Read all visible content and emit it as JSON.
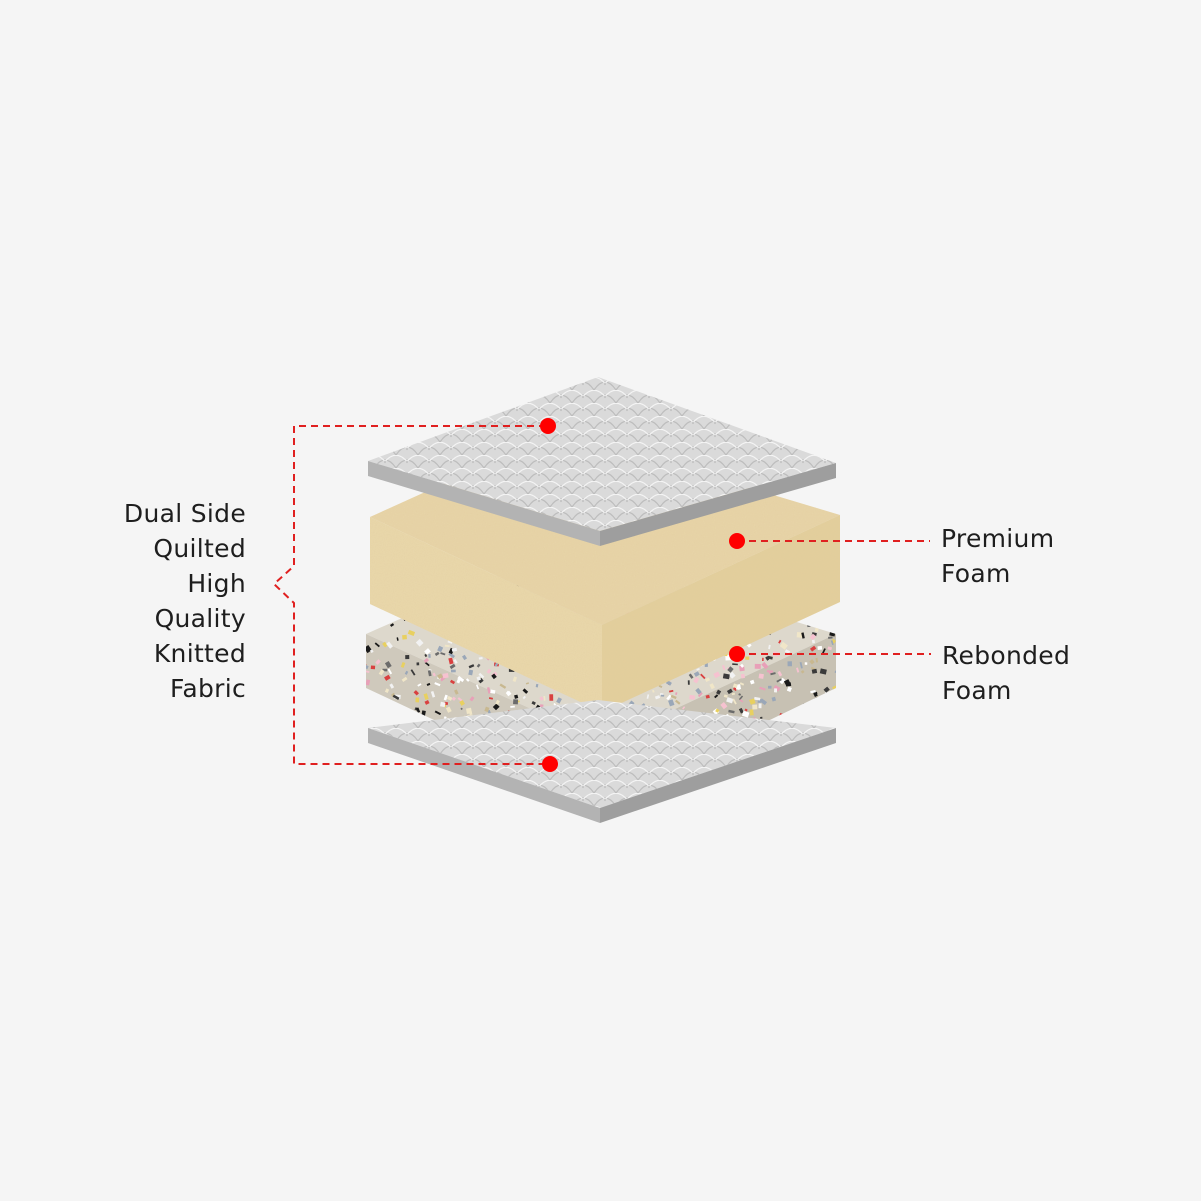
{
  "layers": [
    {
      "id": "top-fabric",
      "kind": "quilted-fabric"
    },
    {
      "id": "premium-foam",
      "kind": "foam"
    },
    {
      "id": "rebonded-foam",
      "kind": "rebonded-foam"
    },
    {
      "id": "bottom-fabric",
      "kind": "quilted-fabric"
    }
  ],
  "labels": {
    "fabric": [
      "Dual Side",
      "Quilted",
      "High",
      "Quality",
      "Knitted",
      "Fabric"
    ],
    "premium_foam": [
      "Premium",
      "Foam"
    ],
    "rebonded_foam": [
      "Rebonded",
      "Foam"
    ]
  },
  "colors": {
    "background": "#f5f5f5",
    "leader_line": "#e02020",
    "marker": "#ff0000",
    "fabric_top": "#dcdcdc",
    "fabric_edge": "#a6a6a6",
    "premium_foam": "#e8d5a8",
    "premium_foam_edge": "#e0cb96",
    "rebonded_base": "#d9d4c8",
    "text": "#1e1e1e"
  }
}
